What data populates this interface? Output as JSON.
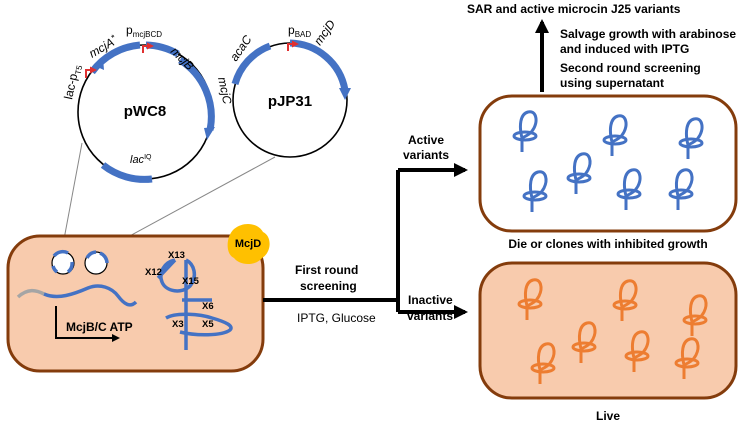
{
  "plasmids": {
    "pwc8": {
      "name": "pWC8",
      "lac_promoter": "lac-",
      "pt5": "p",
      "pt5_sub": "T5",
      "mcja": "mcjA",
      "mcja_mark": "*",
      "pmcj": "p",
      "pmcj_sub": "mcjBCD",
      "mcjb": "mcjB",
      "mcjc": "mcjC",
      "laci": "lac",
      "laci_sup": "IQ"
    },
    "pjp31": {
      "name": "pJP31",
      "acac": "acaC",
      "pbad": "p",
      "pbad_sub": "BAD",
      "mcjd": "mcjD"
    }
  },
  "cell": {
    "mcjd_badge": "McjD",
    "atp_label": "McjB/C ATP",
    "positions": [
      "X13",
      "X12",
      "X15",
      "X6",
      "X3",
      "X5"
    ]
  },
  "flow": {
    "first_round_1": "First round",
    "first_round_2": "screening",
    "conditions": "IPTG, Glucose",
    "active_1": "Active",
    "active_2": "variants",
    "inactive_1": "Inactive",
    "inactive_2": "variants",
    "top_title": "SAR and active microcin J25 variants",
    "salvage_1": "Salvage growth with arabinose",
    "salvage_2": "and induced with IPTG",
    "second_1": "Second round screening",
    "second_2": "using supernatant",
    "die_label": "Die or clones with inhibited growth",
    "live_label": "Live"
  },
  "colors": {
    "blue": "#4472c4",
    "orange": "#ed7d31",
    "cell_fill": "#f8cbad",
    "cell_border": "#843c0c",
    "badge": "#ffc000",
    "promoter": "#e03030"
  }
}
